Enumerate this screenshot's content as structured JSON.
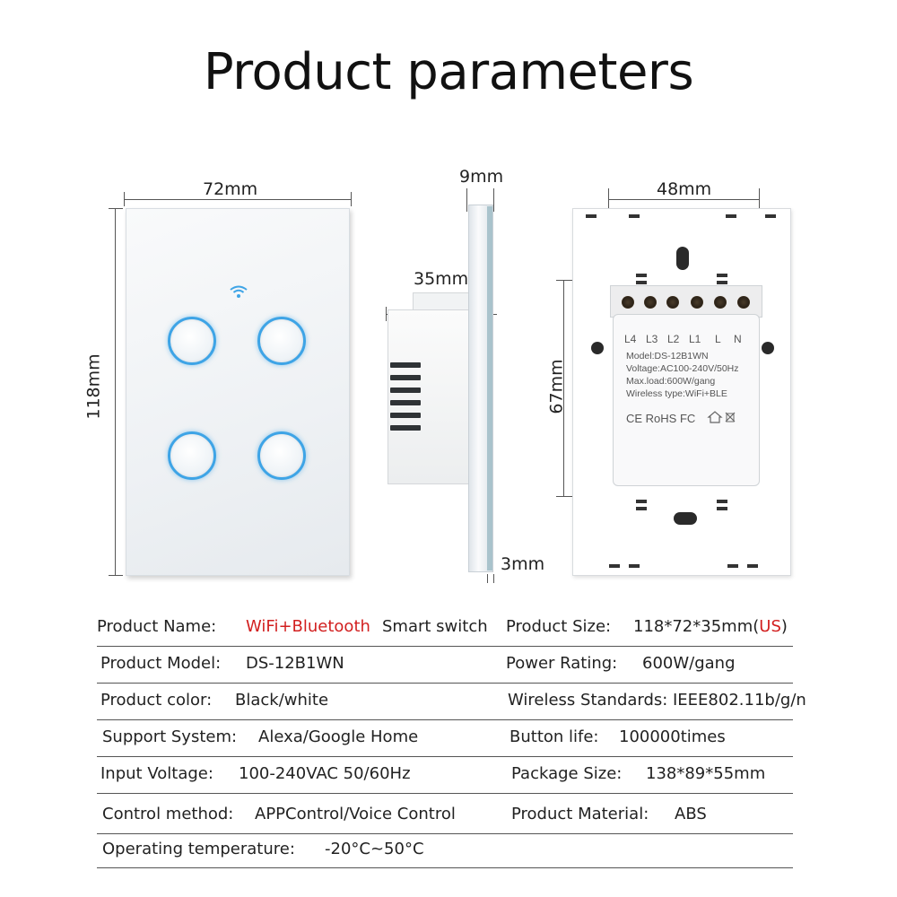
{
  "title": "Product parameters",
  "dimensions": {
    "width_front": "72mm",
    "height_front": "118mm",
    "depth_total": "9mm",
    "depth_body": "35mm",
    "glass": "3mm",
    "terminal_spacing": "48mm",
    "module_height": "67mm"
  },
  "module_label": {
    "terminals": [
      "L4",
      "L3",
      "L2",
      "L1",
      "L",
      "N"
    ],
    "lines": [
      "Model:DS-12B1WN",
      "Voltage:AC100-240V/50Hz",
      "Max.load:600W/gang",
      "Wireless type:WiFi+BLE"
    ],
    "certs": "CE RoHS FC"
  },
  "accent": "#3ea4e6",
  "highlight": "#d21f1f",
  "specs": {
    "product_name_label": "Product Name:",
    "product_name_highlight": "WiFi+Bluetooth",
    "product_name_rest": "Smart switch",
    "product_size_label": "Product Size:",
    "product_size_value": "118*72*35mm(",
    "product_size_region": "US",
    "product_size_close": ")",
    "product_model_label": "Product Model:",
    "product_model_value": "DS-12B1WN",
    "power_rating_label": "Power Rating:",
    "power_rating_value": "600W/gang",
    "product_color_label": "Product color:",
    "product_color_value": "Black/white",
    "wireless_label": "Wireless Standards:",
    "wireless_value": "IEEE802.11b/g/n",
    "support_label": "Support System:",
    "support_value": "Alexa/Google Home",
    "button_life_label": "Button life:",
    "button_life_value": "100000times",
    "input_voltage_label": "Input Voltage:",
    "input_voltage_value": "100-240VAC 50/60Hz",
    "package_label": "Package Size:",
    "package_value": "138*89*55mm",
    "control_label": "Control method:",
    "control_value": "APPControl/Voice Control",
    "material_label": "Product Material:",
    "material_value": "ABS",
    "temp_label": "Operating temperature:",
    "temp_value": "-20°C~50°C"
  }
}
